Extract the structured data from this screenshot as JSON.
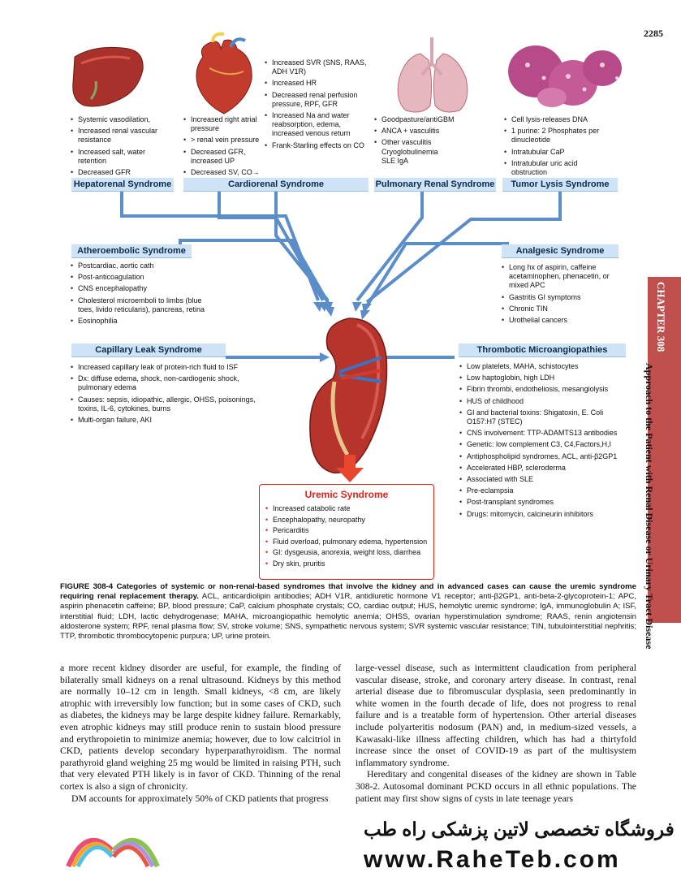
{
  "page_number": "2285",
  "syndromes": {
    "hepatorenal": {
      "title": "Hepatorenal Syndrome",
      "items": [
        "Systemic vasodilation,",
        "Increased renal vascular resistance",
        "Increased salt, water retention",
        "Decreased GFR"
      ]
    },
    "cardiorenal": {
      "title": "Cardiorenal Syndrome",
      "items_left": [
        "Increased right atrial pressure",
        "> renal vein pressure",
        "Decreased GFR, increased UP",
        "Decreased SV, CO→ BP"
      ],
      "items_right": [
        "Increased SVR (SNS, RAAS, ADH V1R)",
        "Increased HR",
        "Decreased renal perfusion pressure, RPF, GFR",
        "Increased Na and water reabsorption, edema, increased venous return",
        "Frank-Starling effects on CO"
      ]
    },
    "pulmonary_renal": {
      "title": "Pulmonary Renal Syndrome",
      "items": [
        "Goodpasture/antiGBM",
        "ANCA + vasculitis",
        "Other vasculitis Cryoglobulinemia SLE IgA"
      ]
    },
    "tumor_lysis": {
      "title": "Tumor Lysis Syndrome",
      "items": [
        "Cell lysis-releases DNA",
        "1 purine: 2 Phosphates per dinucleotide",
        "Intratubular CaP",
        "Intratubular uric acid obstruction"
      ]
    },
    "atheroembolic": {
      "title": "Atheroembolic Syndrome",
      "items": [
        "Postcardiac, aortic cath",
        "Post-anticoagulation",
        "CNS encephalopathy",
        "Cholesterol microemboli to limbs (blue toes, livido reticularis), pancreas, retina",
        "Eosinophilia"
      ]
    },
    "analgesic": {
      "title": "Analgesic Syndrome",
      "items": [
        "Long hx of aspirin, caffeine acetaminophen, phenacetin, or mixed APC",
        "Gastritis GI symptoms",
        "Chronic TIN",
        "Urothelial cancers"
      ]
    },
    "capillary_leak": {
      "title": "Capillary Leak Syndrome",
      "items": [
        "Increased capillary leak of protein-rich fluid to ISF",
        "Dx: diffuse edema, shock, non-cardiogenic shock, pulmonary edema",
        "Causes: sepsis, idiopathic, allergic, OHSS, poisonings, toxins, IL-6, cytokines, burns",
        "Multi-organ failure, AKI"
      ]
    },
    "thrombotic": {
      "title": "Thrombotic Microangiopathies",
      "items": [
        "Low platelets, MAHA, schistocytes",
        "Low haptoglobin, high LDH",
        "Fibrin thrombi, endotheliosis, mesangiolysis",
        "HUS of childhood",
        "GI and bacterial toxins: Shigatoxin, E. Coli O157:H7 (STEC)",
        "CNS involvement: TTP-ADAMTS13 antibodies",
        "Genetic: low complement C3, C4,Factors,H,I",
        "Antiphospholipid syndromes, ACL, anti-β2GP1",
        "Accelerated HBP, scleroderma",
        "Associated with SLE",
        "Pre-eclampsia",
        "Post-transplant syndromes",
        "Drugs: mitomycin, calcineurin inhibitors"
      ]
    },
    "uremic": {
      "title": "Uremic Syndrome",
      "items": [
        "Increased catabolic rate",
        "Encephalopathy, neuropathy",
        "Pericarditis",
        "Fluid overload, pulmonary edema, hypertension",
        "GI: dysgeusia, anorexia, weight loss, diarrhea",
        "Dry skin, pruritis"
      ]
    }
  },
  "caption": {
    "label": "FIGURE 308-4  Categories of systemic or non-renal-based syndromes that involve the kidney and in advanced cases can cause the uremic syndrome requiring renal replacement therapy.",
    "text": " ACL, anticardiolipin antibodies; ADH V1R, antidiuretic hormone V1 receptor; anti-β2GP1, anti-beta-2-glycoprotein-1; APC, aspirin phenacetin caffeine; BP, blood pressure; CaP, calcium phosphate crystals; CO, cardiac output; HUS, hemolytic uremic syndrome; IgA, immunoglobulin A; ISF, interstitial fluid; LDH, lactic dehydrogenase; MAHA, microangiopathic hemolytic anemia; OHSS, ovarian hyperstimulation syndrome; RAAS, renin angiotensin aldosterone system; RPF, renal plasma flow; SV, stroke volume; SNS, sympathetic nervous system; SVR systemic vascular resistance; TIN, tubulointerstitial nephritis; TTP, thrombotic thrombocytopenic purpura; UP, urine protein."
  },
  "body": {
    "left_p1": "a more recent kidney disorder are useful, for example, the finding of bilaterally small kidneys on a renal ultrasound. Kidneys by this method are normally 10–12 cm in length. Small kidneys, <8 cm, are likely atrophic with irreversibly low function; but in some cases of CKD, such as diabetes, the kidneys may be large despite kidney failure. Remarkably, even atrophic kidneys may still produce renin to sustain blood pressure and erythropoietin to minimize anemia; however, due to low calcitriol in CKD, patients develop secondary hyperparathyroidism. The normal parathyroid gland weighing 25 mg would be limited in raising PTH, such that very elevated PTH likely is in favor of CKD. Thinning of the renal cortex is also a sign of chronicity.",
    "left_p2": "DM accounts for approximately 50% of CKD patients that progress",
    "right_p1": "large-vessel disease, such as intermittent claudication from peripheral vascular disease, stroke, and coronary artery disease. In contrast, renal arterial disease due to fibromuscular dysplasia, seen predominantly in white women in the fourth decade of life, does not progress to renal failure and is a treatable form of hypertension. Other arterial diseases include polyarteritis nodosum (PAN) and, in medium-sized vessels, a Kawasaki-like illness affecting children, which has had a thirtyfold increase since the onset of COVID-19 as part of the multisystem inflammatory syndrome.",
    "right_p2": "Hereditary and congenital diseases of the kidney are shown in Table 308-2. Autosomal dominant PCKD occurs in all ethnic populations. The patient may first show signs of cysts in late teenage years"
  },
  "sidebar": {
    "chapter": "CHAPTER 308",
    "title": "Approach to the Patient with Renal Disease or Urinary Tract Disease"
  },
  "watermark": {
    "persian": "فروشگاه تخصصی لاتین پزشکی راه طب",
    "url": "www.RaheTeb.com"
  },
  "colors": {
    "header_bg": "#cfe3f6",
    "arrow_blue": "#5b8ec9",
    "uremic_red": "#d8251c",
    "sidebar_red": "#c0504d"
  }
}
